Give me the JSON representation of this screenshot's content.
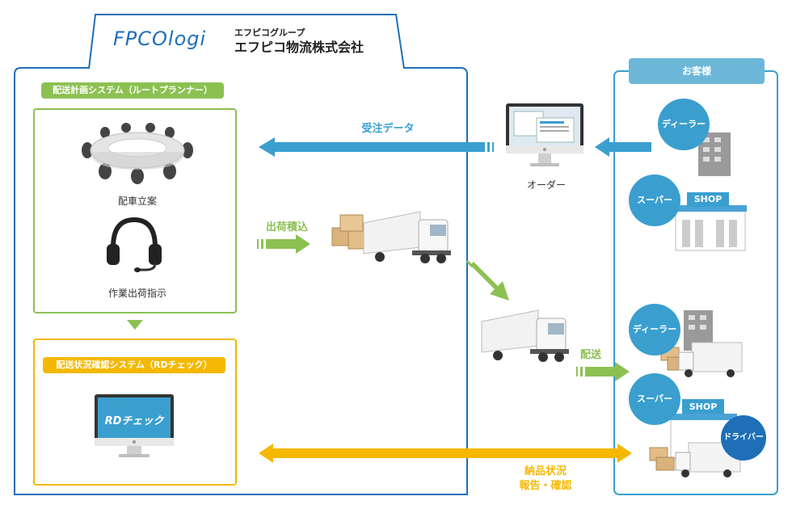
{
  "header": {
    "logo_text": "FPCOlogi",
    "group_label": "エフピコグループ",
    "company_name": "エフピコ物流株式会社"
  },
  "left_panel": {
    "planning_system": {
      "title": "配送計画システム（ルートプランナー）",
      "items": [
        "配車立案",
        "作業出荷指示"
      ]
    },
    "rd_system": {
      "title": "配送状況確認システム（RDチェック）",
      "screen_text": "RDチェック"
    }
  },
  "flows": {
    "order_data": "受注データ",
    "shipping_loading": "出荷積込",
    "order": "オーダー",
    "delivery": "配送",
    "status_line1": "納品状況",
    "status_line2": "報告・確認"
  },
  "customers": {
    "title": "お客様",
    "dealer": "ディーラー",
    "super": "スーパー",
    "shop": "SHOP",
    "driver": "ドライバー"
  },
  "colors": {
    "blue": "#3a9fcf",
    "green": "#8cc152",
    "yellow": "#f5b800",
    "frame_blue": "#1e6fb8"
  }
}
